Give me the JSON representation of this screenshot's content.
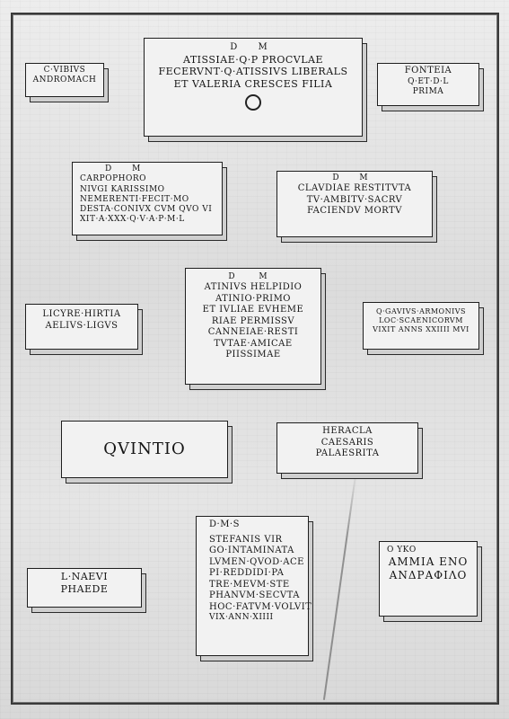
{
  "inscriptions": [
    {
      "id": "vibius",
      "lines": [
        "C·VIBIVS",
        "ANDROMACH"
      ]
    },
    {
      "id": "atissia",
      "lines": [
        "D M",
        "ATISSIAE·Q·P PROCVLAE",
        "FECERVNT·Q·ATISSIVS LIBERALS",
        "ET VALERIA CRESCES FILIA"
      ]
    },
    {
      "id": "fonteia",
      "lines": [
        "FONTEIA",
        "Q·ET·D·L",
        "PRIMA"
      ]
    },
    {
      "id": "carpophoro",
      "lines": [
        "D M",
        "CARPOPHORO",
        "NIVGI KARISSIMO",
        "NEMERENTI·FECIT·MO",
        "DESTA·CONIVX CVM QVO VI",
        "XIT·A·XXX·Q·V·A·P·M·L"
      ]
    },
    {
      "id": "claudia",
      "lines": [
        "D M",
        "CLAVDIAE RESTITVTA",
        "TV·AMBITV·SACRV",
        "FACIENDV MORTV"
      ]
    },
    {
      "id": "atinius",
      "lines": [
        "D M",
        "ATINIVS HELPIDIO",
        "ATINIO·PRIMO",
        "ET IVLIAE EVHEME",
        "RIAE PERMISSV",
        "CANNEIAE·RESTI",
        "TVTAE·AMICAE",
        "PIISSIMAE"
      ]
    },
    {
      "id": "licyre",
      "lines": [
        "LICYRE·HIRTIA",
        "AELIVS·LIGVS"
      ]
    },
    {
      "id": "gavius",
      "lines": [
        "Q·GAVIVS·ARMONIVS",
        "LOC·SCAENICORVM",
        "VIXIT ANNS XXIIII MVI"
      ]
    },
    {
      "id": "quintio",
      "lines": [
        "QVINTIO"
      ]
    },
    {
      "id": "heracla",
      "lines": [
        "HERACLA",
        "CAESARIS",
        "PALAESRITA"
      ]
    },
    {
      "id": "stefanis",
      "lines": [
        "D·M·S",
        "STEFANIS VIR",
        "GO·INTAMINATA",
        "LVMEN·QVOD·ACE",
        "PI·REDDIDI·PA",
        "TRE·MEVM·STE",
        "PHANVM·SECVTA",
        "HOC·FATVM·VOLVIT",
        "VIX·ANN·XIIII"
      ]
    },
    {
      "id": "naevi",
      "lines": [
        "L·NAEVI",
        "PHAEDE"
      ]
    },
    {
      "id": "ammia",
      "lines": [
        "Ο   ΥΚΟ",
        "ΑΜΜΙΑ ΕΝΟ",
        "ΑΝΔΡΑΦΙΛΟ"
      ]
    }
  ]
}
